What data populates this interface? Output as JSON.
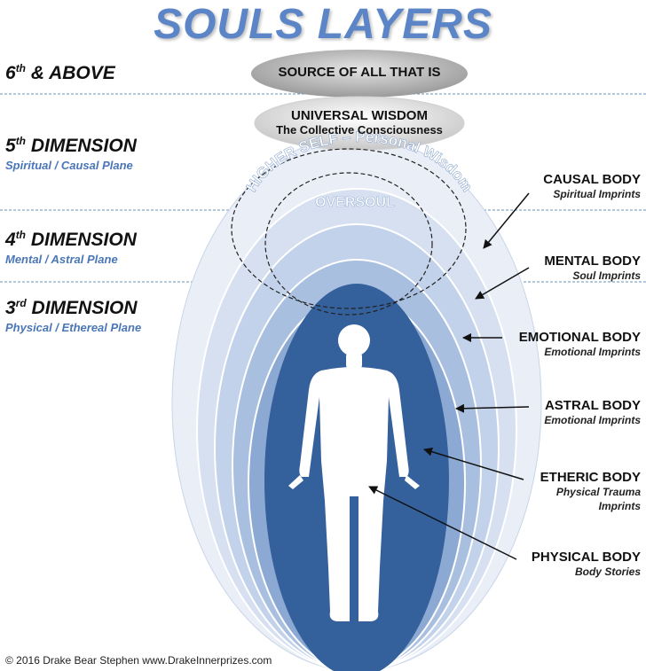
{
  "title": "SOULS LAYERS",
  "dimensions": [
    {
      "main": "6",
      "sup": "th",
      "rest": " & ABOVE",
      "sub": ""
    },
    {
      "main": "5",
      "sup": "th",
      "rest": " DIMENSION",
      "sub": "Spiritual / Causal Plane"
    },
    {
      "main": "4",
      "sup": "th",
      "rest": " DIMENSION",
      "sub": "Mental / Astral Plane"
    },
    {
      "main": "3",
      "sup": "rd",
      "rest": " DIMENSION",
      "sub": "Physical  /  Ethereal Plane"
    }
  ],
  "source": "SOURCE OF ALL THAT IS",
  "universal": {
    "title": "UNIVERSAL WISDOM",
    "subtitle": "The Collective Consciousness"
  },
  "higher_self": "HIGHER SELF – Personal Wisdom",
  "oversoul": "OVERSOUL",
  "bodies": [
    {
      "name": "CAUSAL BODY",
      "imprints": "Spiritual Imprints"
    },
    {
      "name": "MENTAL BODY",
      "imprints": "Soul Imprints"
    },
    {
      "name": "EMOTIONAL BODY",
      "imprints": "Emotional Imprints"
    },
    {
      "name": "ASTRAL BODY",
      "imprints": "Emotional Imprints"
    },
    {
      "name": "ETHERIC BODY",
      "imprints": "Physical Trauma Imprints"
    },
    {
      "name": "PHYSICAL BODY",
      "imprints": "Body Stories"
    }
  ],
  "copyright": "© 2016 Drake Bear Stephen www.DrakeInnerprizes.com",
  "colors": {
    "title": "#5b85c6",
    "layer_colors": [
      "#e9eef7",
      "#d6e0f0",
      "#c2d2ea",
      "#a9bfe0",
      "#8ca9d3",
      "#34609c"
    ],
    "dimension_sub": "#4a76b8",
    "dashed_line": "#6a8fb7"
  }
}
